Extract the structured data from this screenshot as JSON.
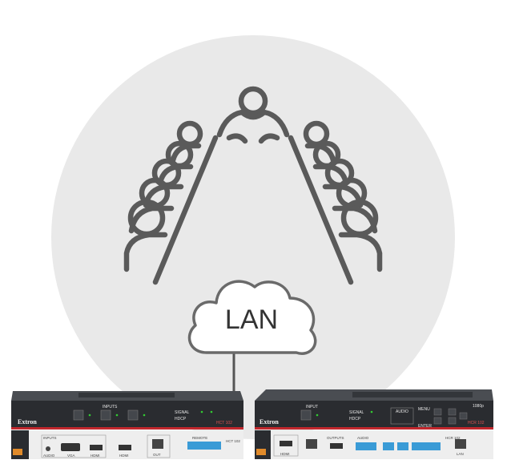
{
  "colors": {
    "background": "#ffffff",
    "circle": "#e9e9e9",
    "line_art": "#5a5a5a",
    "device_top": "#3f4246",
    "device_front": "#2a2c30",
    "device_rear": "#eeeeee",
    "accent_red": "#c2272d"
  },
  "network": {
    "label": "LAN"
  },
  "devices": {
    "left": {
      "brand": "Extron",
      "model": "HCT 102",
      "inputs_label": "INPUTS",
      "signal_label": "SIGNAL",
      "hdcp_label": "HDCP",
      "rear": {
        "inputs_label": "INPUTS",
        "audio_label": "AUDIO",
        "vga_label": "VGA",
        "hdmi1_label": "HDMI",
        "hdmi2_label": "HDMI",
        "out_label": "OUT",
        "remote_label": "REMOTE",
        "model": "HCT 102"
      }
    },
    "right": {
      "brand": "Extron",
      "model": "HCR 102",
      "input_label": "INPUT",
      "signal_label": "SIGNAL",
      "hdcp_label": "HDCP",
      "audio_label": "AUDIO",
      "menu_label": "MENU",
      "enter_label": "ENTER",
      "resolution_label": "1080p",
      "rear": {
        "hdmi_label": "HDMI",
        "outputs_label": "OUTPUTS",
        "audio_label": "AUDIO",
        "lan_label": "LAN",
        "model": "HCR 102"
      }
    }
  },
  "icons": {
    "conference": "conference-table-icon",
    "cloud": "cloud-icon"
  }
}
